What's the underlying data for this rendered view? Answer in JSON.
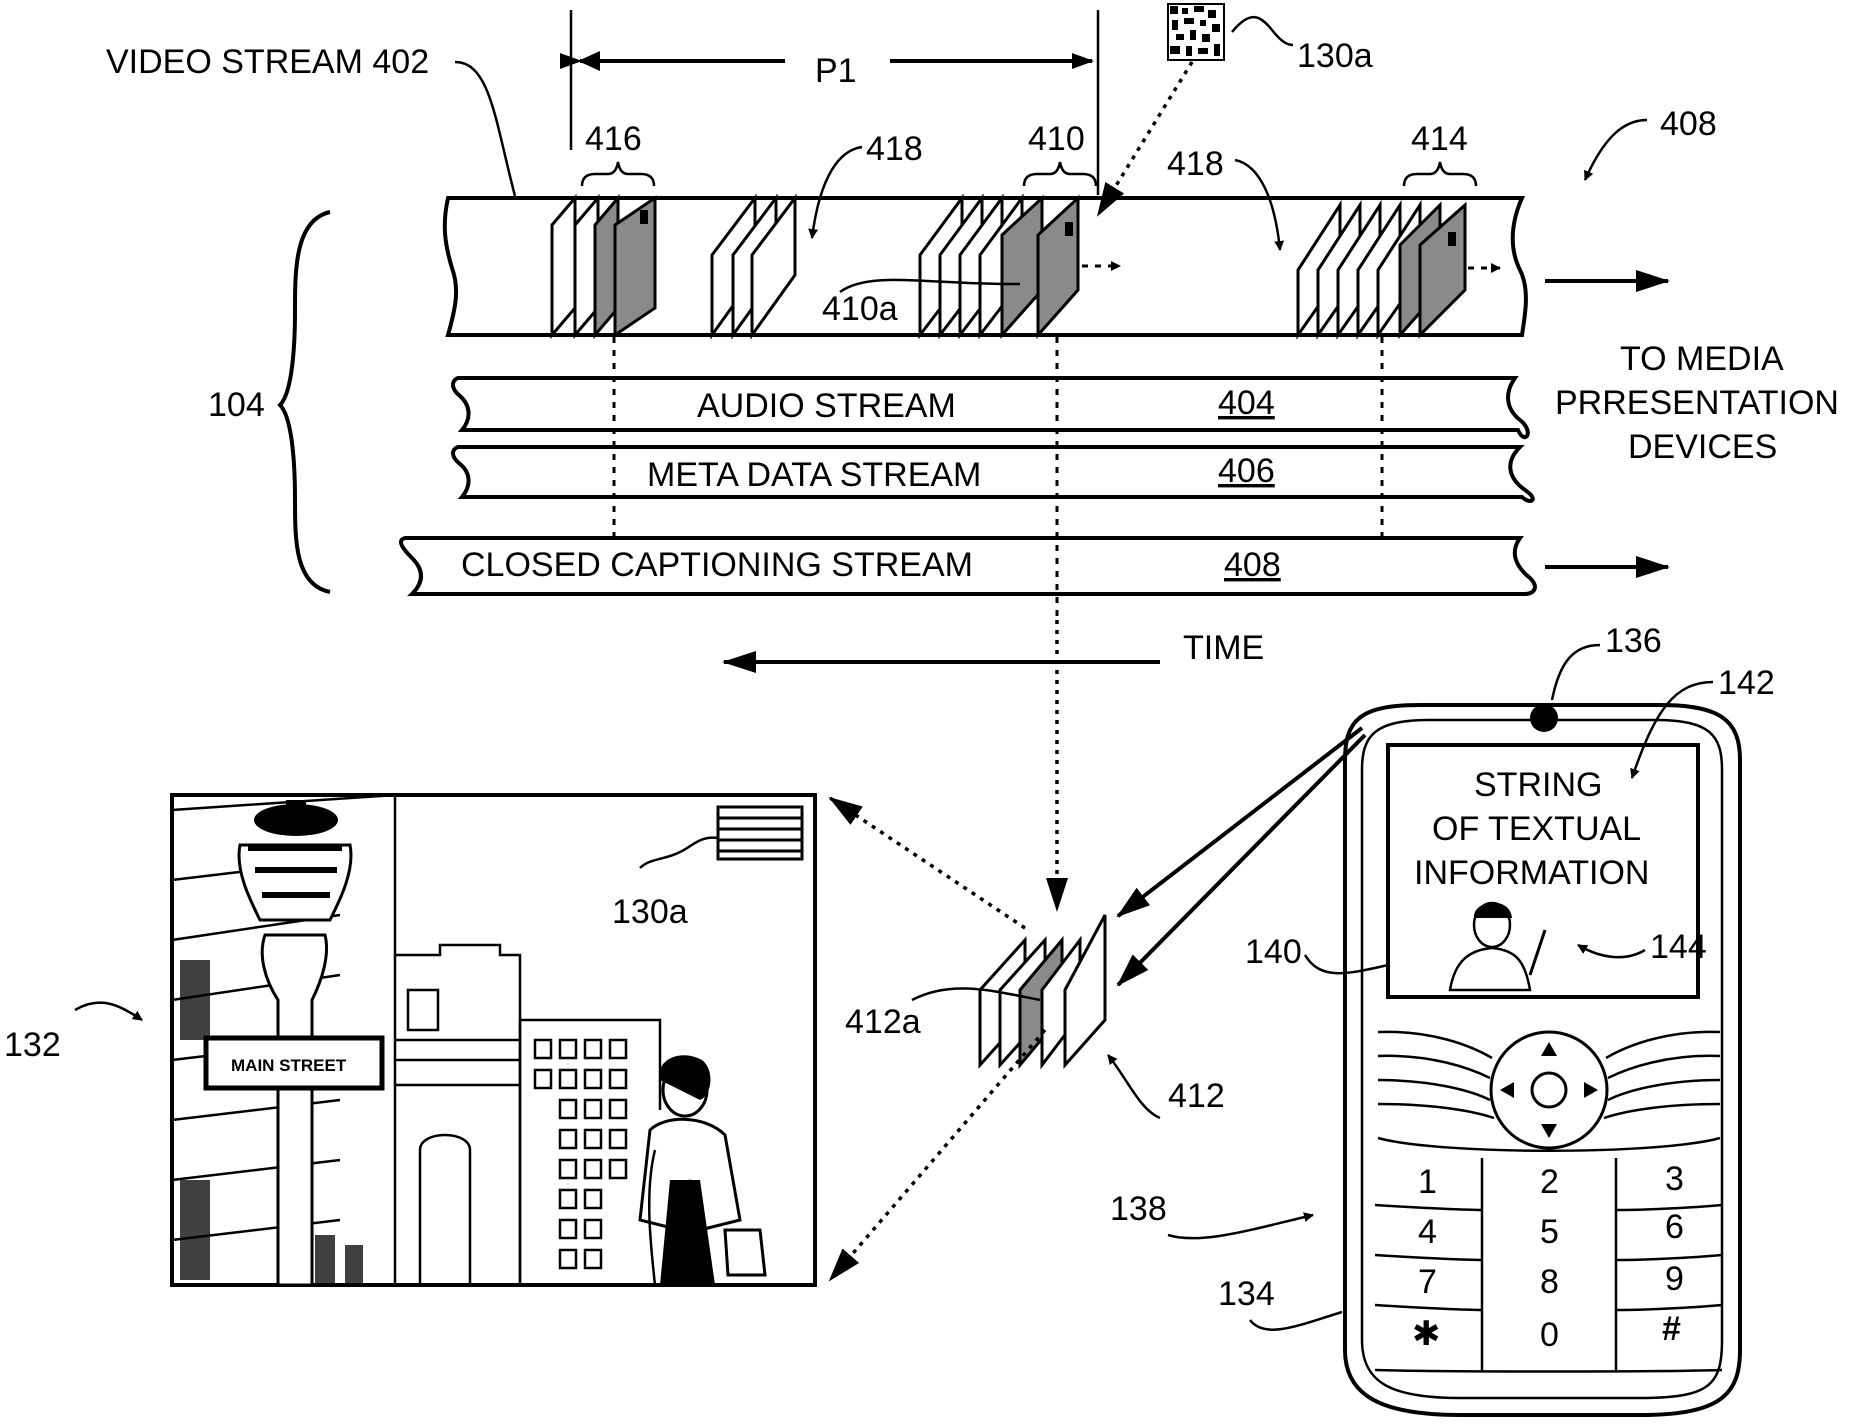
{
  "labels": {
    "video_stream": "VIDEO STREAM 402",
    "p1": "P1",
    "ref_130a_top": "130a",
    "ref_416": "416",
    "ref_418_a": "418",
    "ref_410": "410",
    "ref_418_b": "418",
    "ref_414": "414",
    "ref_408_top": "408",
    "ref_410a": "410a",
    "ref_104": "104",
    "audio_stream": "AUDIO STREAM",
    "ref_404": "404",
    "meta_stream": "META DATA STREAM",
    "ref_406": "406",
    "cc_stream": "CLOSED CAPTIONING STREAM",
    "ref_408": "408",
    "to_media_1": "TO MEDIA",
    "to_media_2": "PRRESENTATION",
    "to_media_3": "DEVICES",
    "time": "TIME",
    "ref_136": "136",
    "ref_142": "142",
    "ref_130a_screen": "130a",
    "ref_132": "132",
    "street_sign": "MAIN STREET",
    "ref_412a": "412a",
    "ref_412": "412",
    "ref_140": "140",
    "ref_144": "144",
    "ref_138": "138",
    "ref_134": "134",
    "phone_text_1": "STRING",
    "phone_text_2": "OF TEXTUAL",
    "phone_text_3": "INFORMATION"
  },
  "keypad": [
    "1",
    "2",
    "3",
    "4",
    "5",
    "6",
    "7",
    "8",
    "9",
    "✱",
    "0",
    "#"
  ],
  "colors": {
    "ink": "#000000",
    "hatch": "#8a8a8a",
    "background": "#ffffff"
  }
}
